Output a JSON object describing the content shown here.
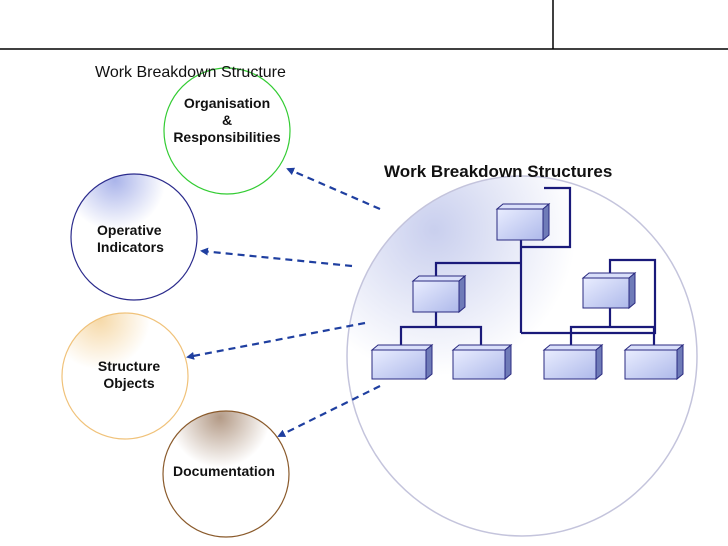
{
  "title": "Work Breakdown Structure",
  "wbs_title": "Work Breakdown Structures",
  "satellites": [
    {
      "lines": [
        "Organisation",
        "&",
        "Responsibilities"
      ],
      "stroke": "#33cc33",
      "icon": "organisation-circle"
    },
    {
      "lines": [
        "Operative",
        "Indicators"
      ],
      "stroke": "#2b2b8c",
      "icon": "operative-indicators-circle"
    },
    {
      "lines": [
        "Structure",
        "Objects"
      ],
      "stroke": "#f0c27a",
      "icon": "structure-objects-circle"
    },
    {
      "lines": [
        "Documentation"
      ],
      "stroke": "#8a5a2b",
      "icon": "documentation-circle"
    }
  ],
  "colors": {
    "arrow": "#1f3fa0",
    "tree_line": "#1a1a7a",
    "box_fill": "#c9d3f5",
    "box_stroke": "#2a2a80",
    "big_circle_stroke": "#c4c4dc"
  }
}
